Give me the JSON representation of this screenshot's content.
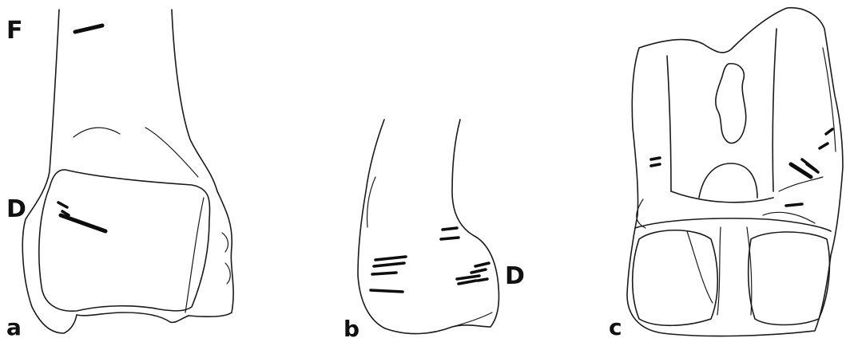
{
  "panels": {
    "a": {
      "letter": "a",
      "marks": [
        "F",
        "D"
      ]
    },
    "b": {
      "letter": "b",
      "marks": [
        "D"
      ]
    },
    "c": {
      "letter": "c",
      "marks": []
    }
  }
}
